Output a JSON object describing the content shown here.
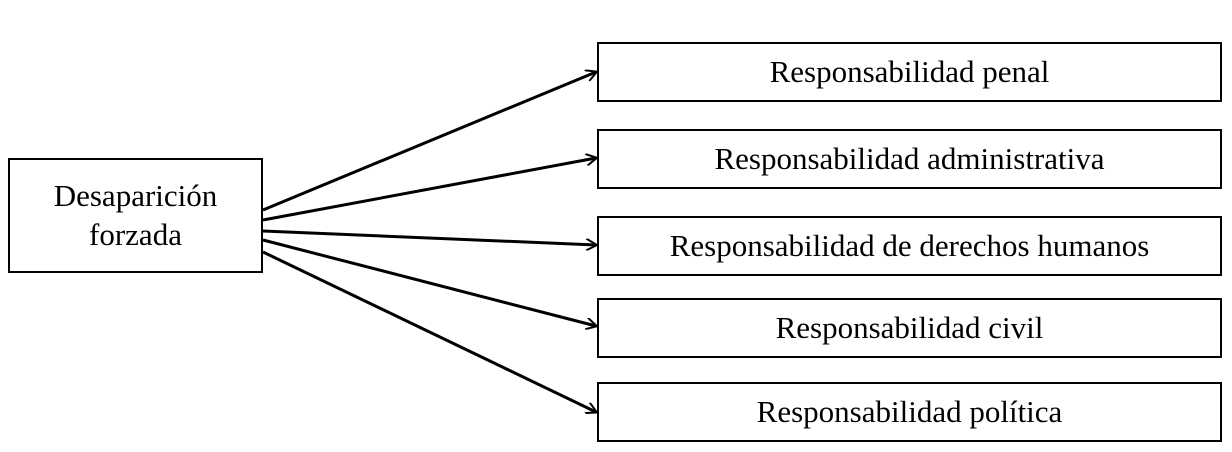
{
  "diagram": {
    "source": {
      "label": "Desaparición forzada"
    },
    "targets": [
      {
        "label": "Responsabilidad penal"
      },
      {
        "label": "Responsabilidad administrativa"
      },
      {
        "label": "Responsabilidad de derechos humanos"
      },
      {
        "label": "Responsabilidad civil"
      },
      {
        "label": "Responsabilidad política"
      }
    ],
    "edge_color": "#000000",
    "box_border_color": "#000000",
    "background_color": "#ffffff"
  }
}
